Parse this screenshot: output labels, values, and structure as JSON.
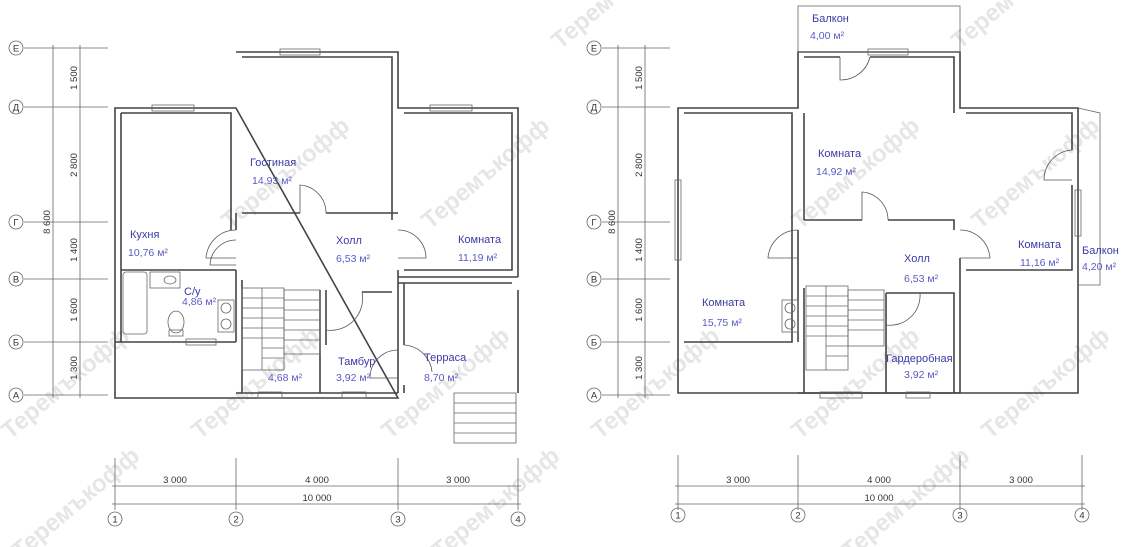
{
  "watermark": "Теремъкофф",
  "plan1": {
    "rooms": [
      {
        "name": "Гостиная",
        "area": "14,93 м²"
      },
      {
        "name": "Кухня",
        "area": "10,76 м²"
      },
      {
        "name": "Холл",
        "area": "6,53 м²"
      },
      {
        "name": "Комната",
        "area": "11,19 м²"
      },
      {
        "name": "С/у",
        "area": "4,86 м²"
      },
      {
        "name": "",
        "area": "4,68 м²"
      },
      {
        "name": "Тамбур",
        "area": "3,92 м²"
      },
      {
        "name": "Терраса",
        "area": "8,70 м²"
      }
    ],
    "rows": [
      "Е",
      "Д",
      "Г",
      "В",
      "Б",
      "А"
    ],
    "vdims": [
      "1 500",
      "2 800",
      "1 400",
      "1 600",
      "1 300"
    ],
    "vtotal": "8 600",
    "cols": [
      "1",
      "2",
      "3",
      "4"
    ],
    "hdims": [
      "3 000",
      "4 000",
      "3 000"
    ],
    "htotal": "10 000"
  },
  "plan2": {
    "rooms": [
      {
        "name": "Балкон",
        "area": "4,00 м²"
      },
      {
        "name": "Комната",
        "area": "14,92 м²"
      },
      {
        "name": "Комната",
        "area": "15,75 м²"
      },
      {
        "name": "Холл",
        "area": "6,53 м²"
      },
      {
        "name": "Комната",
        "area": "11,16 м²"
      },
      {
        "name": "Балкон",
        "area": "4,20 м²"
      },
      {
        "name": "Гардеробная",
        "area": "3,92 м²"
      }
    ],
    "rows": [
      "Е",
      "Д",
      "Г",
      "В",
      "Б",
      "А"
    ],
    "vdims": [
      "1 500",
      "2 800",
      "1 400",
      "1 600",
      "1 300"
    ],
    "vtotal": "8 600",
    "cols": [
      "1",
      "2",
      "3",
      "4"
    ],
    "hdims": [
      "3 000",
      "4 000",
      "3 000"
    ],
    "htotal": "10 000"
  }
}
